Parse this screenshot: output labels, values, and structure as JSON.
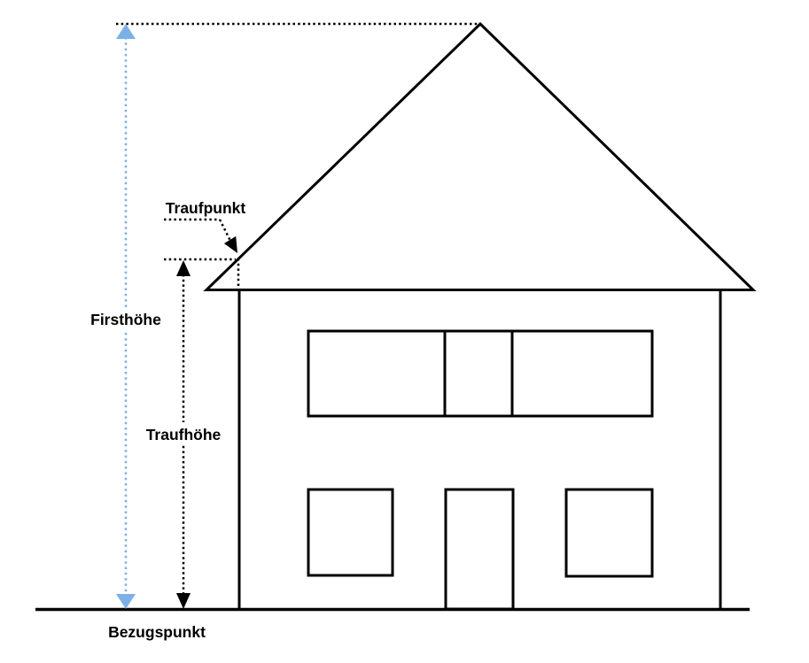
{
  "diagram": {
    "labels": {
      "ridge_height": "Firsthöhe",
      "eaves_height": "Traufhöhe",
      "eaves_point": "Traufpunkt",
      "reference_point": "Bezugspunkt"
    },
    "colors": {
      "accent_blue": "#7cb0e6",
      "line_black": "#000000",
      "window_light_gray": "#cccccc",
      "window_dark_gray": "#7f7f7f",
      "door_gray": "#999999",
      "background": "#ffffff"
    }
  }
}
